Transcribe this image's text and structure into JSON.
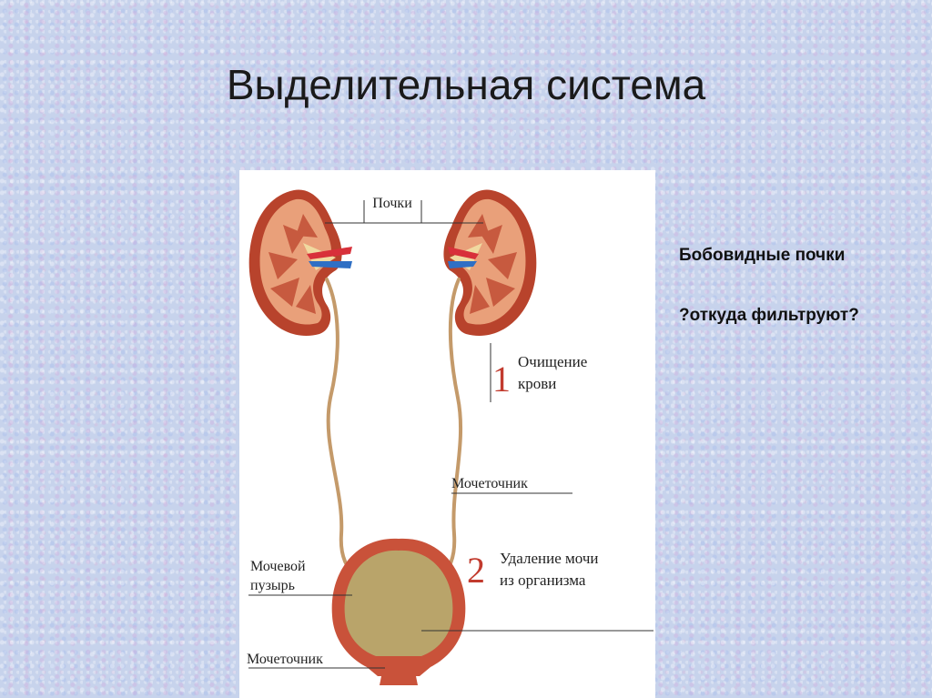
{
  "slide": {
    "title": "Выделительная система"
  },
  "notes": {
    "line1": "Бобовидные почки",
    "line2": "?откуда фильтруют?"
  },
  "figure": {
    "label_kidneys": "Почки",
    "step1_number": "1",
    "step1_line1": "Очищение",
    "step1_line2": "крови",
    "label_ureter": "Мочеточник",
    "step2_number": "2",
    "step2_line1": "Удаление мочи",
    "step2_line2": "из организма",
    "label_bladder_line1": "Мочевой",
    "label_bladder_line2": "пузырь",
    "label_urethra": "Мочеточник"
  },
  "colors": {
    "kidney_outer": "#b8432c",
    "kidney_cortex": "#e9a07a",
    "kidney_pyramid": "#c75a3f",
    "artery": "#d8303a",
    "vein": "#2f6fc4",
    "ureter": "#c49a6a",
    "bladder_wall": "#c9523a",
    "bladder_inner": "#b9a46a"
  }
}
